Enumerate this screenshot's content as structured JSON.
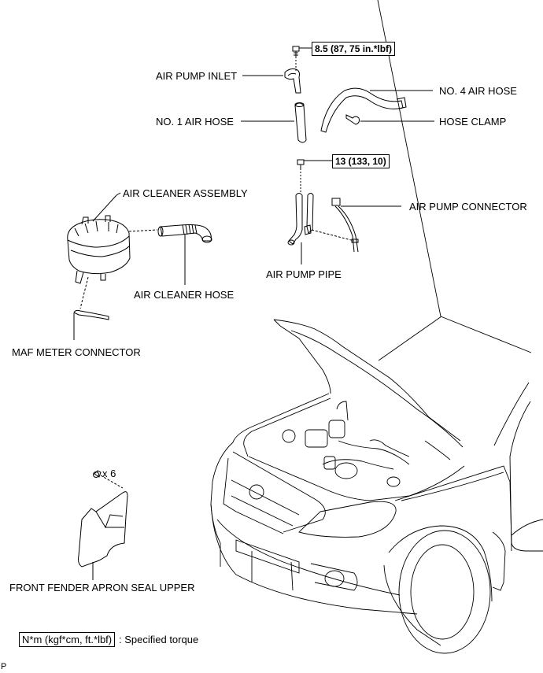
{
  "diagram": {
    "labels": {
      "air_pump_inlet": "AIR PUMP INLET",
      "no1_air_hose": "NO. 1 AIR HOSE",
      "no4_air_hose": "NO. 4 AIR HOSE",
      "hose_clamp": "HOSE CLAMP",
      "air_cleaner_assembly": "AIR CLEANER ASSEMBLY",
      "air_pump_connector": "AIR PUMP CONNECTOR",
      "air_pump_pipe": "AIR PUMP PIPE",
      "air_cleaner_hose": "AIR CLEANER HOSE",
      "maf_meter_connector": "MAF METER CONNECTOR",
      "front_fender_apron_seal_upper": "FRONT FENDER APRON SEAL UPPER"
    },
    "torque_specs": {
      "inlet_bolt": "8.5 (87, 75 in.*lbf)",
      "pipe_bolt": "13 (133, 10)"
    },
    "quantity": "x 6",
    "legend": {
      "box_text": "N*m (kgf*cm, ft.*lbf)",
      "description": ": Specified torque"
    },
    "figure_code": "P"
  }
}
